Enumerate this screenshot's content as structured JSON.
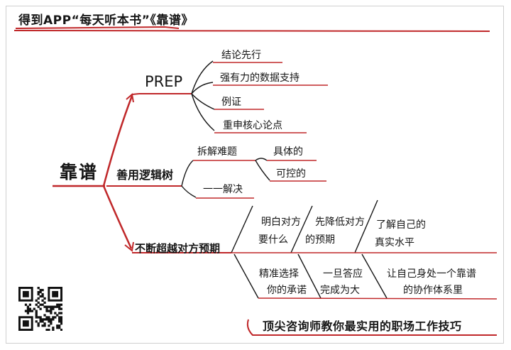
{
  "title": "得到APP“每天听本书”《靠谱》",
  "root": "靠谱",
  "branches": {
    "prep": {
      "label": "PREP",
      "items": [
        "结论先行",
        "强有力的数据支持",
        "例证",
        "重申核心论点"
      ]
    },
    "logic_tree": {
      "label": "善用逻辑树",
      "split": "拆解难题",
      "split_items": [
        "具体的",
        "可控的"
      ],
      "solve": "一一解决"
    },
    "exceed": {
      "label": "不断超越对方预期",
      "upper": [
        [
          "明白对方",
          "要什么"
        ],
        [
          "先降低对方",
          "的预期"
        ],
        [
          "了解自己的",
          "真实水平"
        ]
      ],
      "lower": [
        [
          "精准选择",
          "你的承诺"
        ],
        [
          "一旦答应",
          "完成为大"
        ],
        [
          "让自己身处一个靠谱",
          "的协作体系里"
        ]
      ]
    }
  },
  "banner": "顶尖咨询师教你最实用的职场工作技巧",
  "colors": {
    "ink": "#161616",
    "branch_red": "#c0282a",
    "underline_red": "#c0282a"
  },
  "icons": {
    "qr": "qr-code-icon"
  }
}
